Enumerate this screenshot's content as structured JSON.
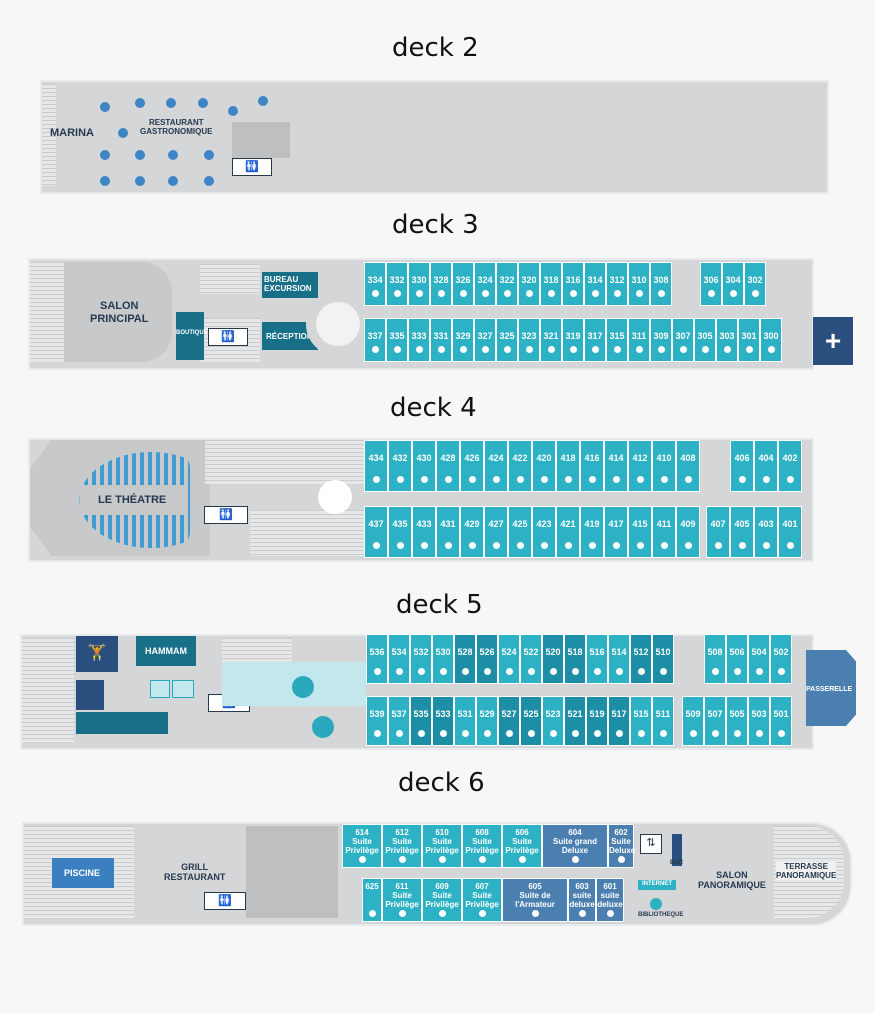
{
  "decks": [
    {
      "title": "deck 2",
      "labels": {
        "marina": "MARINA",
        "restaurant": "RESTAURANT\nGASTRONOMIQUE"
      }
    },
    {
      "title": "deck 3",
      "labels": {
        "salon": "SALON\nPRINCIPAL",
        "bureau": "BUREAU\nEXCURSION",
        "boutique": "BOUTIQUE",
        "reception": "RÉCEPTION"
      },
      "top": [
        "334",
        "332",
        "330",
        "328",
        "326",
        "324",
        "322",
        "320",
        "318",
        "316",
        "314",
        "312",
        "310",
        "308",
        "306",
        "304",
        "302"
      ],
      "bottom": [
        "337",
        "335",
        "333",
        "331",
        "329",
        "327",
        "325",
        "323",
        "321",
        "319",
        "317",
        "315",
        "311",
        "309",
        "307",
        "305",
        "303",
        "301",
        "300"
      ]
    },
    {
      "title": "deck 4",
      "labels": {
        "theatre": "LE THÉATRE"
      },
      "top": [
        "434",
        "432",
        "430",
        "428",
        "426",
        "424",
        "422",
        "420",
        "418",
        "416",
        "414",
        "412",
        "410",
        "408",
        "406",
        "404",
        "402"
      ],
      "bottom": [
        "437",
        "435",
        "433",
        "431",
        "429",
        "427",
        "425",
        "423",
        "421",
        "419",
        "417",
        "415",
        "411",
        "409",
        "407",
        "405",
        "403",
        "401"
      ]
    },
    {
      "title": "deck 5",
      "labels": {
        "hammam": "HAMMAM",
        "passerelle": "PASSERELLE"
      },
      "top": [
        "536",
        "534",
        "532",
        "530",
        "528",
        "526",
        "524",
        "522",
        "520",
        "518",
        "516",
        "514",
        "512",
        "510",
        "508",
        "506",
        "504",
        "502"
      ],
      "bottom": [
        "539",
        "537",
        "535",
        "533",
        "531",
        "529",
        "527",
        "525",
        "523",
        "521",
        "519",
        "517",
        "515",
        "511",
        "509",
        "507",
        "505",
        "503",
        "501"
      ]
    },
    {
      "title": "deck 6",
      "labels": {
        "piscine": "PISCINE",
        "grill": "GRILL\nRESTAURANT",
        "salon_pano": "SALON\nPANORAMIQUE",
        "terrasse": "TERRASSE\nPANORAMIQUE",
        "internet": "INTERNET",
        "bibliotheque": "BIBLIOTHEQUE",
        "bar": "BAR"
      },
      "top": [
        {
          "num": "614",
          "type": "Suite\nPrivilège"
        },
        {
          "num": "612",
          "type": "Suite\nPrivilège"
        },
        {
          "num": "610",
          "type": "Suite\nPrivilège"
        },
        {
          "num": "608",
          "type": "Suite\nPrivilège"
        },
        {
          "num": "606",
          "type": "Suite\nPrivilège"
        },
        {
          "num": "604",
          "type": "Suite grand\nDeluxe"
        },
        {
          "num": "602",
          "type": "Suite\nDeluxe"
        }
      ],
      "bottom": [
        {
          "num": "625",
          "type": ""
        },
        {
          "num": "611",
          "type": "Suite\nPrivilège"
        },
        {
          "num": "609",
          "type": "Suite\nPrivilège"
        },
        {
          "num": "607",
          "type": "Suite\nPrivilège"
        },
        {
          "num": "605",
          "type": "Suite de\nl'Armateur"
        },
        {
          "num": "603",
          "type": "suite\ndeluxe"
        },
        {
          "num": "601",
          "type": "suite\ndeluxe"
        }
      ]
    }
  ],
  "icons": {
    "wc": "restroom-icon",
    "elevator": "elevator-icon",
    "accessible": "wheelchair-icon",
    "medical": "medical-cross-icon",
    "table": "dining-table-icon"
  },
  "colors": {
    "cabin_light": "#2db1c4",
    "cabin_mid": "#1c8fa6",
    "cabin_dark": "#176f88",
    "suite_blue": "#4a7fb0",
    "hull": "#d4d6d7",
    "navy": "#26394f"
  }
}
